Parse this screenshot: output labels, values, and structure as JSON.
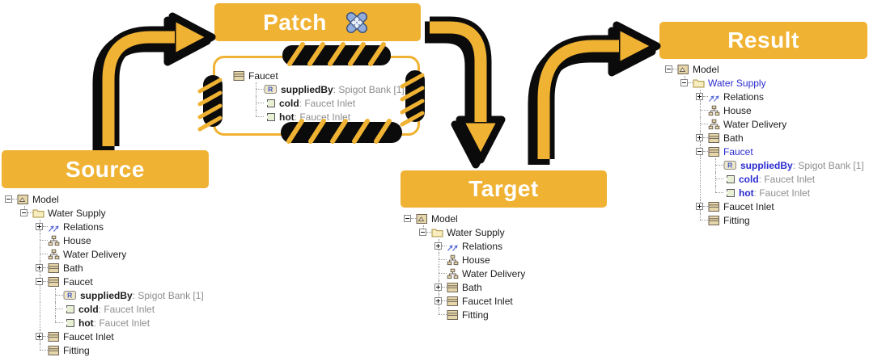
{
  "colors": {
    "accent": "#F0B232",
    "outline": "#0B0B0B",
    "banner_text": "#FFFFFF",
    "tree_text": "#1C1C1C",
    "tree_type_text": "#8E8E8E",
    "changed_text": "#2A2AD0",
    "bandage_fill": "#92ACDB",
    "icon_tan": "#E6D7AA",
    "icon_border": "#6E6255"
  },
  "banners": {
    "source": "Source",
    "patch": "Patch",
    "target": "Target",
    "result": "Result"
  },
  "arrows": [
    {
      "name": "source-to-patch",
      "direction": "up-right"
    },
    {
      "name": "patch-to-target",
      "direction": "right-down"
    },
    {
      "name": "target-to-result",
      "direction": "up-right"
    }
  ],
  "trees": {
    "patch": [
      {
        "label": "Faucet",
        "icon": "class",
        "level": 0,
        "expander": "none"
      },
      {
        "label": "suppliedBy",
        "suffix": " : Spigot Bank [1]",
        "icon": "reference",
        "level": 1,
        "expander": "none",
        "bold": true
      },
      {
        "label": "cold",
        "suffix": " : Faucet Inlet",
        "icon": "port",
        "level": 1,
        "expander": "none",
        "bold": true
      },
      {
        "label": "hot",
        "suffix": " : Faucet Inlet",
        "icon": "port",
        "level": 1,
        "expander": "none",
        "bold": true
      }
    ],
    "source": [
      {
        "label": "Model",
        "icon": "model",
        "level": 0,
        "expander": "minus"
      },
      {
        "label": "Water Supply",
        "icon": "folder",
        "level": 1,
        "expander": "minus"
      },
      {
        "label": "Relations",
        "icon": "relations",
        "level": 2,
        "expander": "plus"
      },
      {
        "label": "House",
        "icon": "block",
        "level": 2,
        "expander": "none"
      },
      {
        "label": "Water Delivery",
        "icon": "block",
        "level": 2,
        "expander": "none"
      },
      {
        "label": "Bath",
        "icon": "class",
        "level": 2,
        "expander": "plus"
      },
      {
        "label": "Faucet",
        "icon": "class",
        "level": 2,
        "expander": "minus"
      },
      {
        "label": "suppliedBy",
        "suffix": " : Spigot Bank [1]",
        "icon": "reference",
        "level": 3,
        "expander": "none",
        "bold": true
      },
      {
        "label": "cold",
        "suffix": " : Faucet Inlet",
        "icon": "port",
        "level": 3,
        "expander": "none",
        "bold": true
      },
      {
        "label": "hot",
        "suffix": " : Faucet Inlet",
        "icon": "port",
        "level": 3,
        "expander": "none",
        "bold": true
      },
      {
        "label": "Faucet Inlet",
        "icon": "class",
        "level": 2,
        "expander": "plus"
      },
      {
        "label": "Fitting",
        "icon": "class",
        "level": 2,
        "expander": "none"
      }
    ],
    "target": [
      {
        "label": "Model",
        "icon": "model",
        "level": 0,
        "expander": "minus"
      },
      {
        "label": "Water Supply",
        "icon": "folder",
        "level": 1,
        "expander": "minus"
      },
      {
        "label": "Relations",
        "icon": "relations",
        "level": 2,
        "expander": "plus"
      },
      {
        "label": "House",
        "icon": "block",
        "level": 2,
        "expander": "none"
      },
      {
        "label": "Water Delivery",
        "icon": "block",
        "level": 2,
        "expander": "none"
      },
      {
        "label": "Bath",
        "icon": "class",
        "level": 2,
        "expander": "plus"
      },
      {
        "label": "Faucet Inlet",
        "icon": "class",
        "level": 2,
        "expander": "plus"
      },
      {
        "label": "Fitting",
        "icon": "class",
        "level": 2,
        "expander": "none"
      }
    ],
    "result": [
      {
        "label": "Model",
        "icon": "model",
        "level": 0,
        "expander": "minus"
      },
      {
        "label": "Water Supply",
        "icon": "folder",
        "level": 1,
        "expander": "minus",
        "changed": true
      },
      {
        "label": "Relations",
        "icon": "relations",
        "level": 2,
        "expander": "plus"
      },
      {
        "label": "House",
        "icon": "block",
        "level": 2,
        "expander": "none"
      },
      {
        "label": "Water Delivery",
        "icon": "block",
        "level": 2,
        "expander": "none"
      },
      {
        "label": "Bath",
        "icon": "class",
        "level": 2,
        "expander": "plus"
      },
      {
        "label": "Faucet",
        "icon": "class",
        "level": 2,
        "expander": "minus",
        "changed": true
      },
      {
        "label": "suppliedBy",
        "suffix": " : Spigot Bank [1]",
        "icon": "reference",
        "level": 3,
        "expander": "none",
        "bold": true,
        "changed": true
      },
      {
        "label": "cold",
        "suffix": " : Faucet Inlet",
        "icon": "port",
        "level": 3,
        "expander": "none",
        "bold": true,
        "changed": true
      },
      {
        "label": "hot",
        "suffix": " : Faucet Inlet",
        "icon": "port",
        "level": 3,
        "expander": "none",
        "bold": true,
        "changed": true
      },
      {
        "label": "Faucet Inlet",
        "icon": "class",
        "level": 2,
        "expander": "plus"
      },
      {
        "label": "Fitting",
        "icon": "class",
        "level": 2,
        "expander": "none"
      }
    ]
  }
}
